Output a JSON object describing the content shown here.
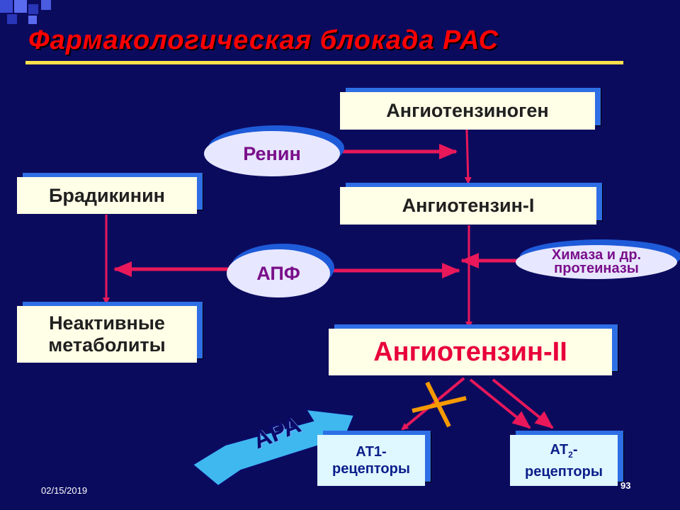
{
  "title": "Фармакологическая блокада РАС",
  "nodes": {
    "angiotensinogen": "Ангиотензиноген",
    "renin": "Ренин",
    "bradykinin": "Брадикинин",
    "angiotensin1": "Ангиотензин-I",
    "chymase_line1": "Химаза и др.",
    "chymase_line2": "протеиназы",
    "ace": "АПФ",
    "inactive_line1": "Неактивные",
    "inactive_line2": "метаболиты",
    "angiotensin2": "Ангиотензин-II",
    "at1_line1": "АТ1-",
    "at1_line2": "рецепторы",
    "at2_prefix": "АТ",
    "at2_sub": "2",
    "at2_suffix": "-",
    "at2_line2": "рецепторы",
    "ara": "АРА"
  },
  "footer": {
    "date": "02/15/2019",
    "page": "93"
  },
  "colors": {
    "background": "#0b0b5e",
    "title": "#ff0000",
    "arrow": "#e8185a",
    "block_cross": "#f59a00",
    "box_fill": "#fffee6",
    "box_shadow": "#2e6fe6"
  }
}
